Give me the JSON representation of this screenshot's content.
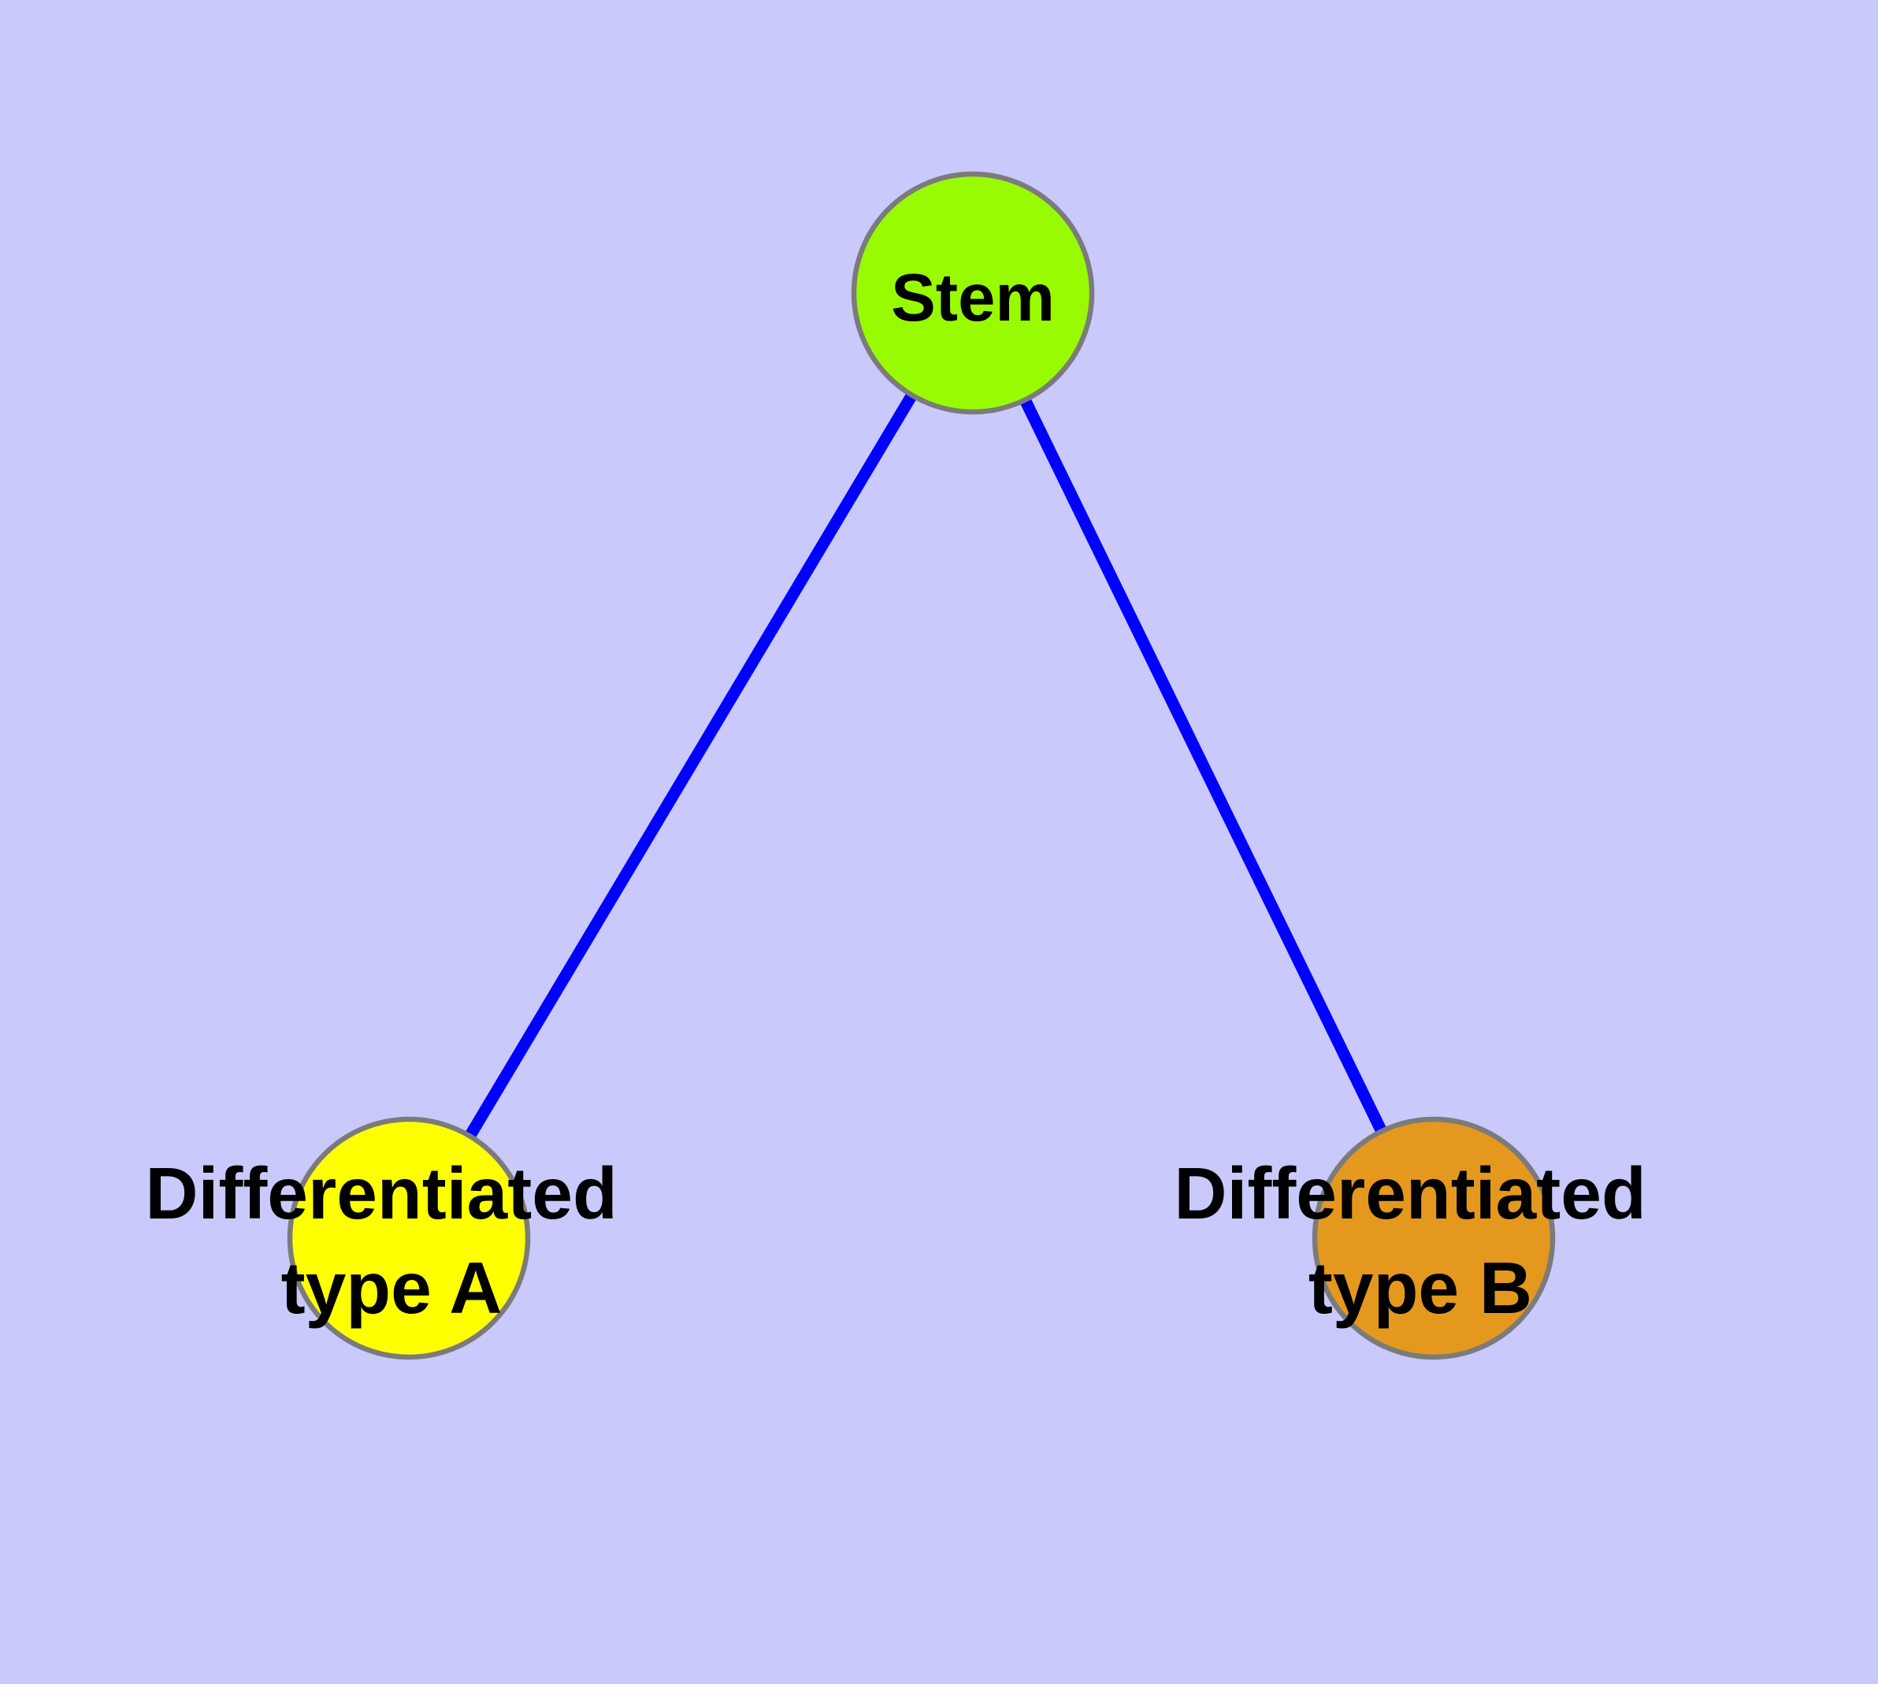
{
  "figure": {
    "type": "node-link-diagram",
    "background_color": "#C9C9FB",
    "edge_color": "#0000FF",
    "node_border_color": "#7B7B7B",
    "label_color": "#000000",
    "nodes": [
      {
        "id": "stem",
        "label": "Stem",
        "fill_color": "#99FB01"
      },
      {
        "id": "differentiated-type-a",
        "label": "Differentiated type A",
        "label_line1": "Differentiated",
        "label_line2": "type A",
        "fill_color": "#FFFF00"
      },
      {
        "id": "differentiated-type-b",
        "label": "Differentiated type B",
        "label_line1": "Differentiated",
        "label_line2": "type B",
        "fill_color": "#E4981E"
      }
    ],
    "edges": [
      {
        "from": "Stem",
        "to": "Differentiated type A"
      },
      {
        "from": "Stem",
        "to": "Differentiated type B"
      }
    ]
  }
}
